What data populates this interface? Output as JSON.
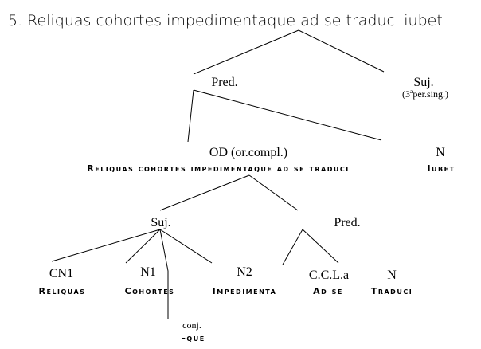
{
  "title": "5. Reliquas cohortes impedimentaque ad se traduci iubet",
  "level1": {
    "pred": "Pred.",
    "suj": "Suj.",
    "suj_note": "(3ªper.sing.)"
  },
  "level2": {
    "od": "OD (or.compl.)",
    "od_words": "Reliquas cohortes impedimentaque ad se traduci",
    "n": "N",
    "n_word": "Iubet"
  },
  "level3": {
    "suj": "Suj.",
    "pred": "Pred."
  },
  "level4": {
    "cn1": "CN1",
    "cn1_word": "Reliquas",
    "n1": "N1",
    "n1_word": "Cohortes",
    "n2": "N2",
    "n2_word": "Impedimenta",
    "ccl": "C.C.L.a",
    "ccl_word": "Ad se",
    "n": "N",
    "n_word": "Traduci",
    "conj": "conj.",
    "conj_word": "-que"
  }
}
